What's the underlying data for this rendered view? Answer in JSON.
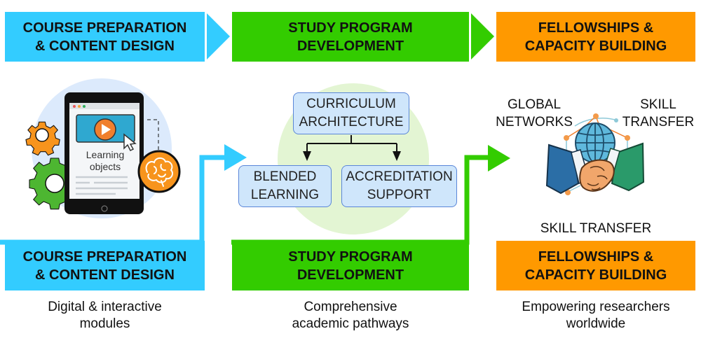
{
  "colors": {
    "course": "#33ccff",
    "study": "#33cc00",
    "fellowship": "#ff9900",
    "node_fill": "#cfe6fb",
    "node_border": "#5a86d8",
    "halo_left": "#dceafc",
    "halo_center": "#e3f5d3"
  },
  "top_row": [
    {
      "line1": "COURSE PREPARATION",
      "line2": "& CONTENT DESIGN"
    },
    {
      "line1": "STUDY PROGRAM",
      "line2": "DEVELOPMENT"
    },
    {
      "line1": "FELLOWSHIPS &",
      "line2": "CAPACITY BUILDING"
    }
  ],
  "bottom_row": [
    {
      "line1": "COURSE PREPARATION",
      "line2": "& CONTENT DESIGN",
      "desc1": "Digital & interactive",
      "desc2": "modules"
    },
    {
      "line1": "STUDY PROGRAM",
      "line2": "DEVELOPMENT",
      "desc1": "Comprehensive",
      "desc2": "academic pathways"
    },
    {
      "line1": "FELLOWSHIPS &",
      "line2": "CAPACITY BUILDING",
      "desc1": "Empowering researchers",
      "desc2": "worldwide"
    }
  ],
  "course_illustration": {
    "tablet_text1": "Learning",
    "tablet_text2": "objects",
    "icons": [
      "gear-icon",
      "play-icon",
      "cursor-icon",
      "brain-icon"
    ]
  },
  "curriculum": {
    "root": {
      "line1": "CURRICULUM",
      "line2": "ARCHITECTURE"
    },
    "children": [
      {
        "line1": "BLENDED",
        "line2": "LEARNING"
      },
      {
        "line1": "ACCREDITATION",
        "line2": "SUPPORT"
      }
    ]
  },
  "fellowship_illustration": {
    "left_label1": "GLOBAL",
    "left_label2": "NETWORKS",
    "right_label1": "SKILL",
    "right_label2": "TRANSFER",
    "caption": "SKILL TRANSFER",
    "icons": [
      "globe-icon",
      "handshake-icon"
    ]
  }
}
